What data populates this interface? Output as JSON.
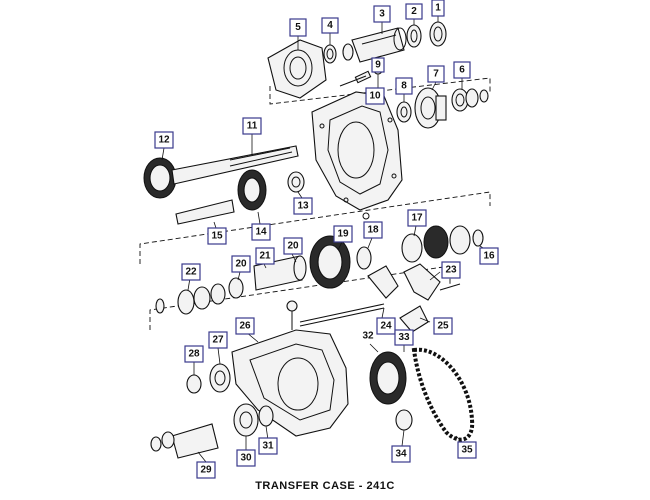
{
  "diagram": {
    "caption": "TRANSFER CASE - 241C",
    "colors": {
      "callout_border": "#3a3a8c",
      "ink": "#111111",
      "background": "#ffffff"
    },
    "callouts": [
      "1",
      "2",
      "3",
      "4",
      "5",
      "6",
      "7",
      "8",
      "9",
      "10",
      "11",
      "12",
      "13",
      "14",
      "15",
      "16",
      "17",
      "18",
      "19",
      "20",
      "20",
      "21",
      "22",
      "23",
      "24",
      "25",
      "26",
      "27",
      "28",
      "29",
      "30",
      "31",
      "33",
      "34",
      "35"
    ],
    "plain_labels": [
      "32"
    ]
  }
}
